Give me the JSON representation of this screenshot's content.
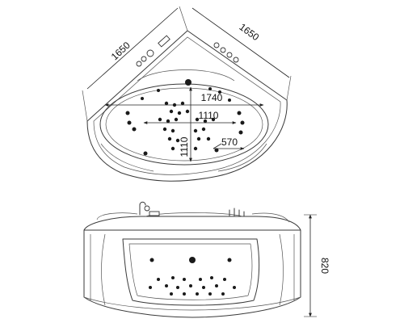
{
  "dimensions": {
    "side_left": "1650",
    "side_right": "1650",
    "length": "1740",
    "width": "1110",
    "depth": "1110",
    "seat": "570",
    "height": "820"
  }
}
